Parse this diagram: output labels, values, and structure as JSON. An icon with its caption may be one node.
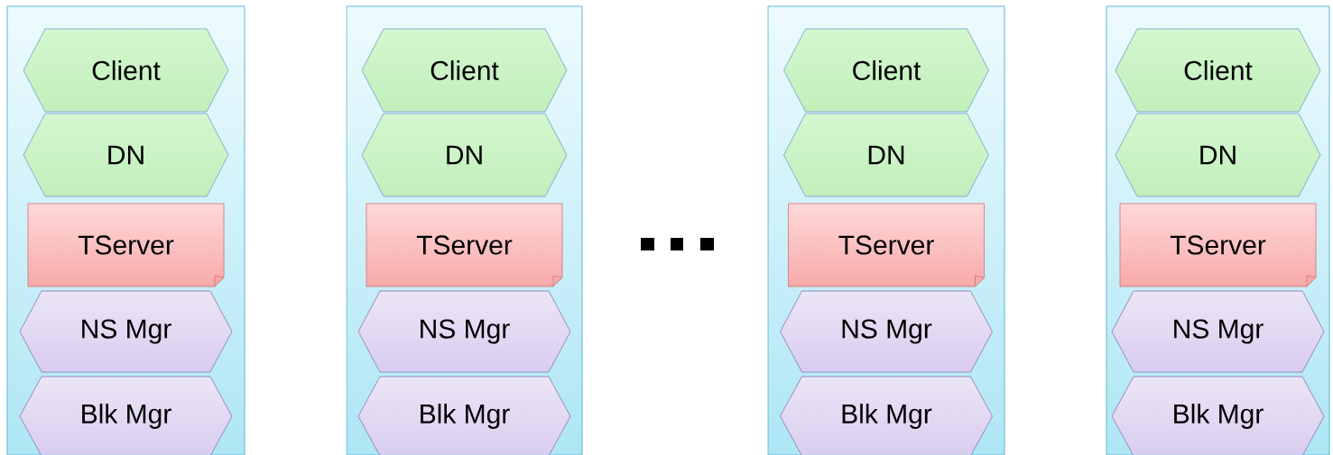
{
  "diagram": {
    "nodes": [
      {
        "text": [],
        "shape": "box"
      },
      {
        "text": [
          "Client"
        ],
        "in": 0
      },
      {
        "text": [
          "DN"
        ],
        "in": 0
      },
      {
        "text": [
          "TServer"
        ],
        "in": 0
      },
      {
        "text": [
          "NS Mgr"
        ],
        "in": 0
      },
      {
        "text": [
          "Blk Mgr"
        ],
        "in": 0
      },
      {
        "text": [],
        "shape": "box"
      },
      {
        "text": [
          "Client"
        ],
        "in": 6
      },
      {
        "text": [
          "DN"
        ],
        "in": 6
      },
      {
        "text": [
          "TServer"
        ],
        "in": 6
      },
      {
        "text": [
          "NS Mgr"
        ],
        "in": 6
      },
      {
        "text": [
          "Blk Mgr"
        ],
        "in": 6
      },
      {
        "text": [],
        "shape": "box"
      },
      {
        "text": [
          "Client"
        ],
        "in": 12
      },
      {
        "text": [
          "DN"
        ],
        "in": 12
      },
      {
        "text": [
          "TServer"
        ],
        "in": 12
      },
      {
        "text": [
          "NS Mgr"
        ],
        "in": 12
      },
      {
        "text": [
          "Blk Mgr"
        ],
        "in": 12
      },
      {
        "text": [],
        "shape": "box"
      },
      {
        "text": [
          "Client"
        ],
        "in": 18
      },
      {
        "text": [
          "DN"
        ],
        "in": 18
      },
      {
        "text": [
          "TServer"
        ],
        "in": 18
      },
      {
        "text": [
          "NS Mgr"
        ],
        "in": 18
      },
      {
        "text": [
          "Blk Mgr"
        ],
        "in": 18
      }
    ]
  }
}
